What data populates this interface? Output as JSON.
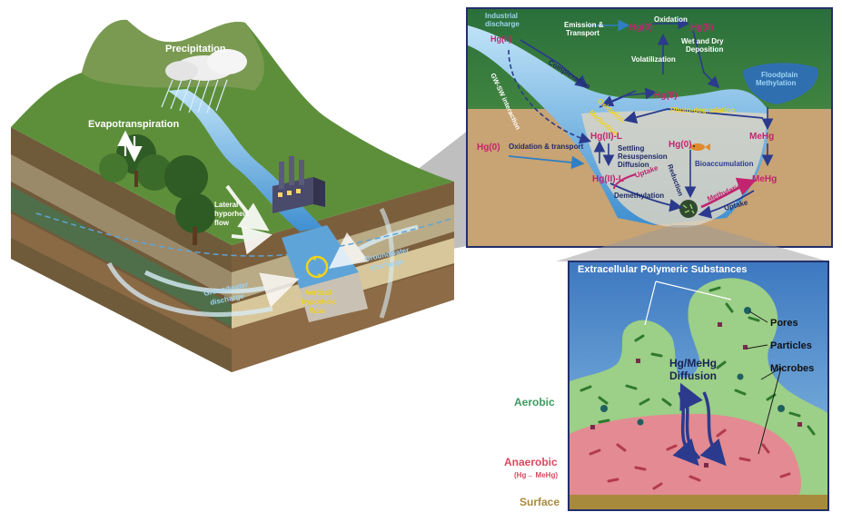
{
  "landscape": {
    "precipitation": "Precipitation",
    "evapotranspiration": "Evapotranspiration",
    "lateral_hyporheic_1": "Lateral",
    "lateral_hyporheic_2": "hyporheic",
    "lateral_hyporheic_3": "flow",
    "gw_discharge_left_1": "Groundwater",
    "gw_discharge_left_2": "discharge",
    "gw_discharge_right_1": "Groundwater",
    "gw_discharge_right_2": "discharge",
    "vertical_hyporheic_1": "Vertical",
    "vertical_hyporheic_2": "hyporheic",
    "vertical_hyporheic_3": "flow"
  },
  "cycle": {
    "industrial_discharge_1": "Industrial",
    "industrial_discharge_2": "discharge",
    "hg2_top": "Hg(II)",
    "emission_transport_1": "Emission &",
    "emission_transport_2": "Transport",
    "hg0_top": "Hg(0)",
    "oxidation_top": "Oxidation",
    "hg2_right": "Hg(II)",
    "wet_dry_1": "Wet and Dry",
    "wet_dry_2": "Deposition",
    "volatilization": "Volatilization",
    "complexation": "Complexation",
    "floodplain_1": "Floodplain",
    "floodplain_2": "Methylation",
    "gw_sw": "GW-SW interaction",
    "oxidation_mid": "Oxidation",
    "reduction_mid": "Reduction",
    "hg0_mid": "Hg(0)",
    "photo_degradation": "Photo-degradation",
    "hg2l_upper": "Hg(II)-L",
    "hg0_left": "Hg(0)",
    "oxidation_transport": "Oxidation & transport",
    "settling_1": "Settling",
    "settling_2": "Resuspension",
    "settling_3": "Diffusion",
    "hg0_center": "Hg(0)",
    "mehg_right": "MeHg",
    "bioaccumulation": "Bioaccumulation",
    "reduction_low": "Reduction",
    "hg2l_lower": "Hg(II)-L",
    "uptake_left": "Uptake",
    "mehg_low": "MeHg",
    "demethylation": "Demethylation",
    "methylation": "Methylation",
    "uptake_right": "Uptake"
  },
  "biofilm": {
    "title": "Extracellular Polymeric Substances",
    "pores": "Pores",
    "particles": "Particles",
    "microbes": "Microbes",
    "diffusion_1": "Hg/MeHg",
    "diffusion_2": "Diffusion",
    "aerobic": "Aerobic",
    "anaerobic": "Anaerobic",
    "anaerobic_sub": "(Hg→ MeHg)",
    "surface": "Surface"
  },
  "colors": {
    "water_blue": "#4b9ad6",
    "mercury_magenta": "#c2246f",
    "label_yellow": "#f2d21a",
    "aerobic_green": "#3d9a5f",
    "anaerobic_red": "#d64a5e",
    "surface_tan": "#a88a3d",
    "arrow_navy": "#2b3a8c",
    "frame_navy": "#232e6b"
  }
}
